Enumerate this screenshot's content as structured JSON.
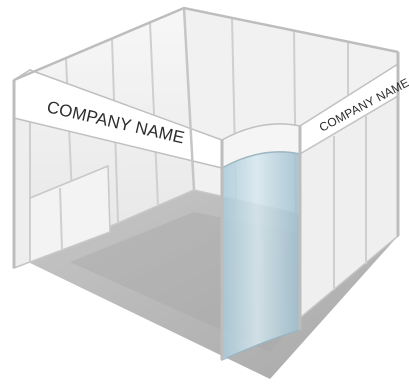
{
  "scene": {
    "subject": "exhibition-booth",
    "colors": {
      "background": "#ffffff",
      "frame": "#c8c8c8",
      "panel": "#f4f4f4",
      "floor": "#b9b9b9",
      "glass": "#bcd7e3"
    }
  },
  "fascia": {
    "front_text": "COMPANY NAME",
    "side_text": "COMPANY NAME"
  }
}
